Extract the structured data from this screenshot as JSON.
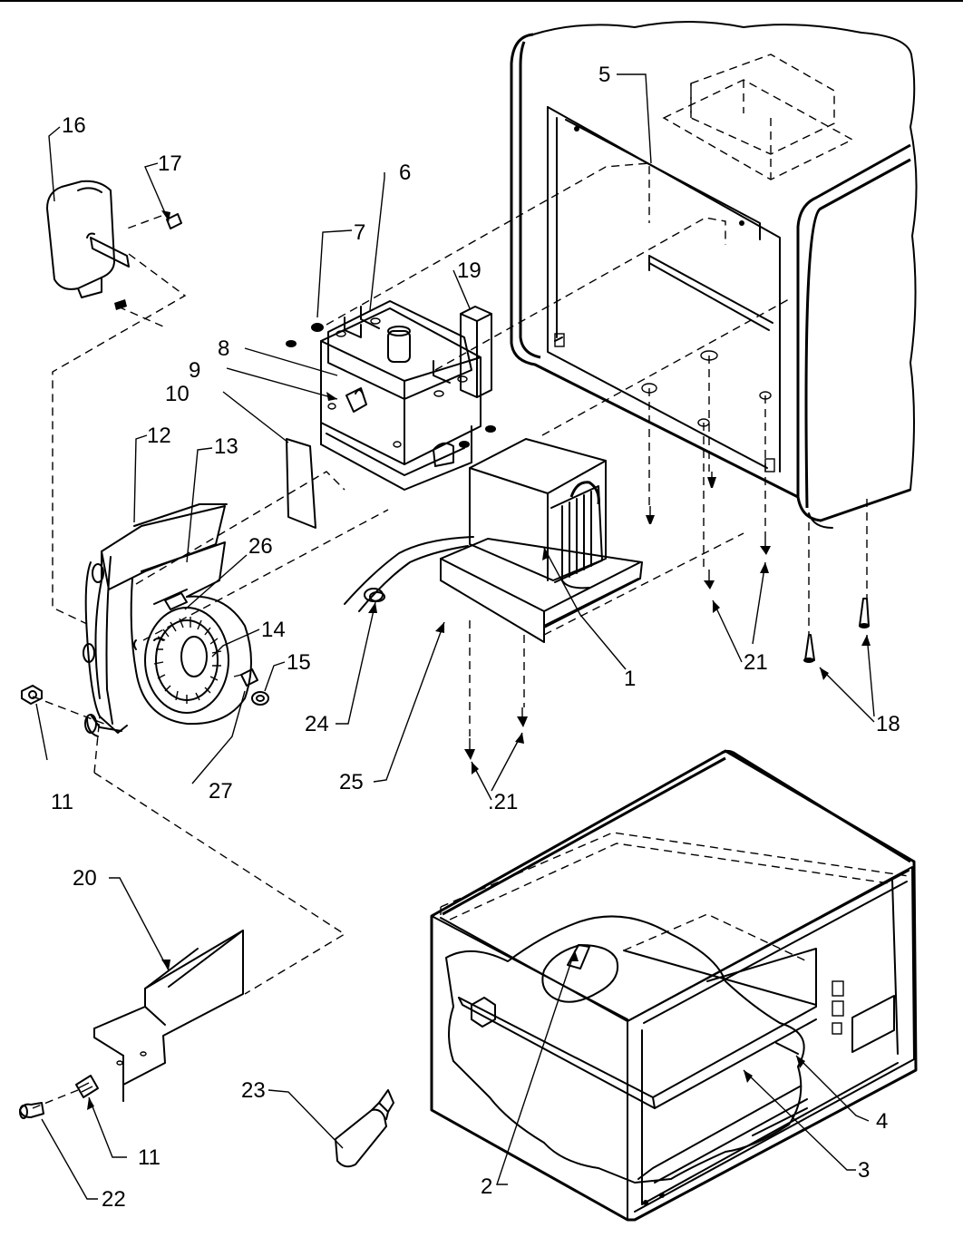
{
  "callouts": [
    {
      "id": "c1",
      "label": "1"
    },
    {
      "id": "c2",
      "label": "2"
    },
    {
      "id": "c3",
      "label": "3"
    },
    {
      "id": "c4",
      "label": "4"
    },
    {
      "id": "c5",
      "label": "5"
    },
    {
      "id": "c6",
      "label": "6"
    },
    {
      "id": "c7",
      "label": "7"
    },
    {
      "id": "c8",
      "label": "8"
    },
    {
      "id": "c9",
      "label": "9"
    },
    {
      "id": "c10",
      "label": "10"
    },
    {
      "id": "c11a",
      "label": "11"
    },
    {
      "id": "c11b",
      "label": "11"
    },
    {
      "id": "c12",
      "label": "12"
    },
    {
      "id": "c13",
      "label": "13"
    },
    {
      "id": "c14",
      "label": "14"
    },
    {
      "id": "c15",
      "label": "15"
    },
    {
      "id": "c16",
      "label": "16"
    },
    {
      "id": "c17",
      "label": "17"
    },
    {
      "id": "c18",
      "label": "18"
    },
    {
      "id": "c19",
      "label": "19"
    },
    {
      "id": "c20",
      "label": "20"
    },
    {
      "id": "c21a",
      "label": "21"
    },
    {
      "id": "c21b",
      "label": ".21"
    },
    {
      "id": "c22",
      "label": "22"
    },
    {
      "id": "c23",
      "label": "23"
    },
    {
      "id": "c24",
      "label": "24"
    },
    {
      "id": "c25",
      "label": "25"
    },
    {
      "id": "c26",
      "label": "26"
    },
    {
      "id": "c27",
      "label": "27"
    }
  ]
}
